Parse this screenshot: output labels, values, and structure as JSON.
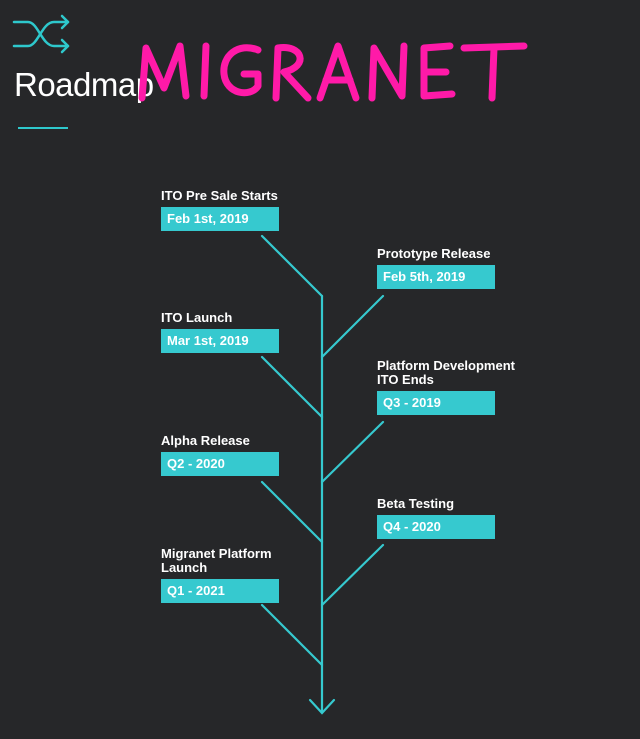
{
  "header": {
    "title": "Roadmap",
    "brand_text": "MIGRANET",
    "icon": "shuffle-icon",
    "accent_color": "#2ec8cc",
    "brand_color": "#ff1aa8"
  },
  "milestones": [
    {
      "label": "ITO Pre Sale Starts",
      "date": "Feb 1st, 2019"
    },
    {
      "label": "Prototype Release",
      "date": "Feb 5th, 2019"
    },
    {
      "label": "ITO Launch",
      "date": "Mar 1st, 2019"
    },
    {
      "label": "Platform Development\nITO Ends",
      "date": "Q3 - 2019"
    },
    {
      "label": "Alpha Release",
      "date": "Q2 - 2020"
    },
    {
      "label": "Beta Testing",
      "date": "Q4 - 2020"
    },
    {
      "label": "Migranet Platform\nLaunch",
      "date": "Q1 - 2021"
    }
  ]
}
